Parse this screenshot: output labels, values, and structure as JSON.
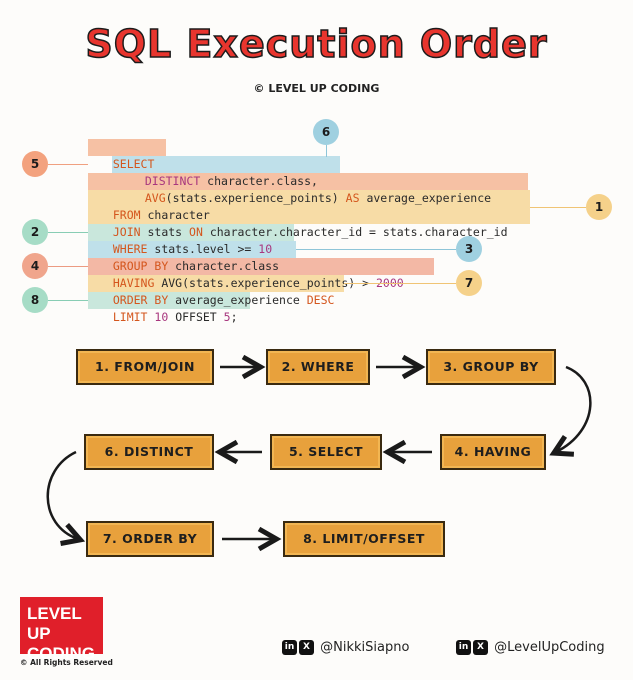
{
  "title": "SQL Execution Order",
  "copyright": "© LEVEL UP CODING",
  "code": {
    "line1": "SELECT",
    "line2_kw": "DISTINCT",
    "line2_rest": " character.class,",
    "line3_kw": "AVG",
    "line3_mid": "(stats.experience_points) ",
    "line3_kw2": "AS",
    "line3_rest": " average_experience",
    "line4_kw": "FROM",
    "line4_rest": " character",
    "line5_kw": "JOIN",
    "line5_mid": " stats ",
    "line5_kw2": "ON",
    "line5_rest": " character.character_id = stats.character_id",
    "line6_kw": "WHERE",
    "line6_rest": " stats.level >= ",
    "line6_num": "10",
    "line7_kw": "GROUP BY",
    "line7_rest": " character.class",
    "line8_kw": "HAVING",
    "line8_rest": " AVG(stats.experience_points) > ",
    "line8_num": "2000",
    "line9_kw": "ORDER BY",
    "line9_mid": " average_experience ",
    "line9_kw2": "DESC",
    "line10_kw": "LIMIT",
    "line10_num1": " 10",
    "line10_mid": " OFFSET ",
    "line10_num2": "5",
    "line10_end": ";"
  },
  "badges": {
    "b1": "1",
    "b2": "2",
    "b3": "3",
    "b4": "4",
    "b5": "5",
    "b6": "6",
    "b7": "7",
    "b8": "8"
  },
  "steps": {
    "s1": "1. FROM/JOIN",
    "s2": "2. WHERE",
    "s3": "3. GROUP BY",
    "s4": "4. HAVING",
    "s5": "5. SELECT",
    "s6": "6. DISTINCT",
    "s7": "7. ORDER BY",
    "s8": "8. LIMIT/OFFSET"
  },
  "footer": {
    "logo_line1": "LEVEL UP",
    "logo_line2": "CODING",
    "rights": "© All Rights Reserved",
    "handle1": "@NikkiSiapno",
    "handle2": "@LevelUpCoding",
    "linkedin_icon": "linkedin-icon",
    "x_icon": "x-icon"
  },
  "colors": {
    "title": "#e8352e",
    "step_fill": "#e8a13c",
    "select_bg": "#f6c1a4",
    "distinct_bg": "#bfe0ea",
    "from_bg": "#f7dca6",
    "where_bg": "#c9e7dc",
    "having_bg": "#f3b8a5",
    "logo_red": "#e01f2a"
  }
}
